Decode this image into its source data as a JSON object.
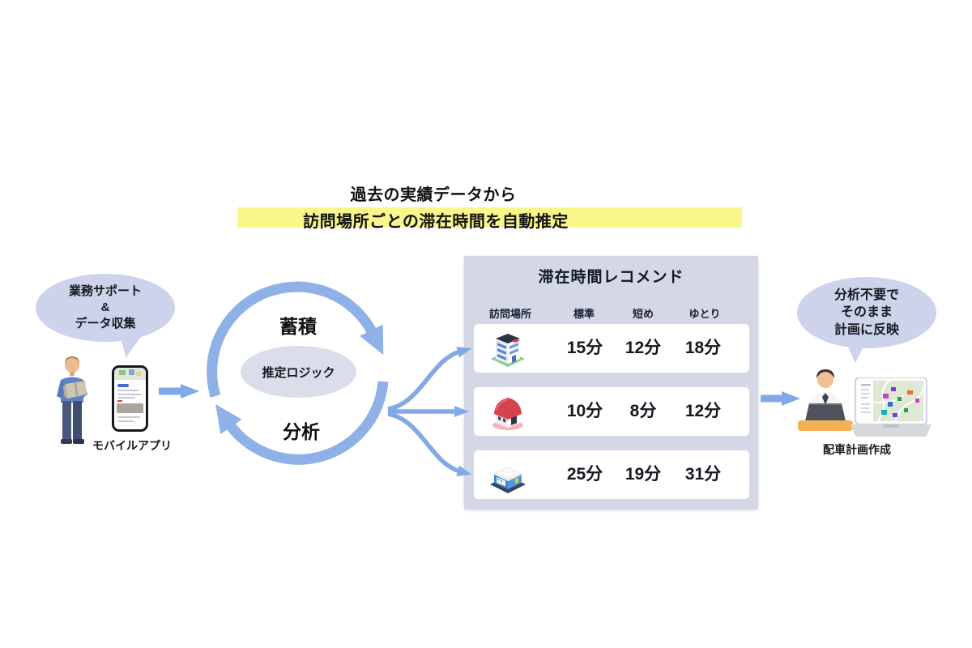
{
  "title": {
    "line1": "過去の実績データから",
    "line2": "訪問場所ごとの滞在時間を自動推定"
  },
  "left_section": {
    "bubble": {
      "line1": "業務サポート",
      "line2": "&",
      "line3": "データ収集"
    },
    "device_label": "モバイルアプリ"
  },
  "cycle": {
    "top_label": "蓄積",
    "bottom_label": "分析",
    "center_label": "推定ロジック"
  },
  "recommend_panel": {
    "title": "滞在時間レコメンド",
    "headers": {
      "place": "訪問場所",
      "standard": "標準",
      "short": "短め",
      "relaxed": "ゆとり"
    },
    "rows": [
      {
        "place_type": "office-building",
        "standard": "15分",
        "short": "12分",
        "relaxed": "18分"
      },
      {
        "place_type": "house",
        "standard": "10分",
        "short": "8分",
        "relaxed": "12分"
      },
      {
        "place_type": "warehouse",
        "standard": "25分",
        "short": "19分",
        "relaxed": "31分"
      }
    ]
  },
  "right_section": {
    "bubble": {
      "line1": "分析不要で",
      "line2": "そのまま",
      "line3": "計画に反映"
    },
    "label": "配車計画作成"
  },
  "colors": {
    "highlight_yellow": "#f9f78a",
    "bubble": "#ccd3ea",
    "panel_bg": "#d3d7e6",
    "arrow_blue": "#8fb1e8",
    "logic_ellipse": "#dadeeb"
  }
}
